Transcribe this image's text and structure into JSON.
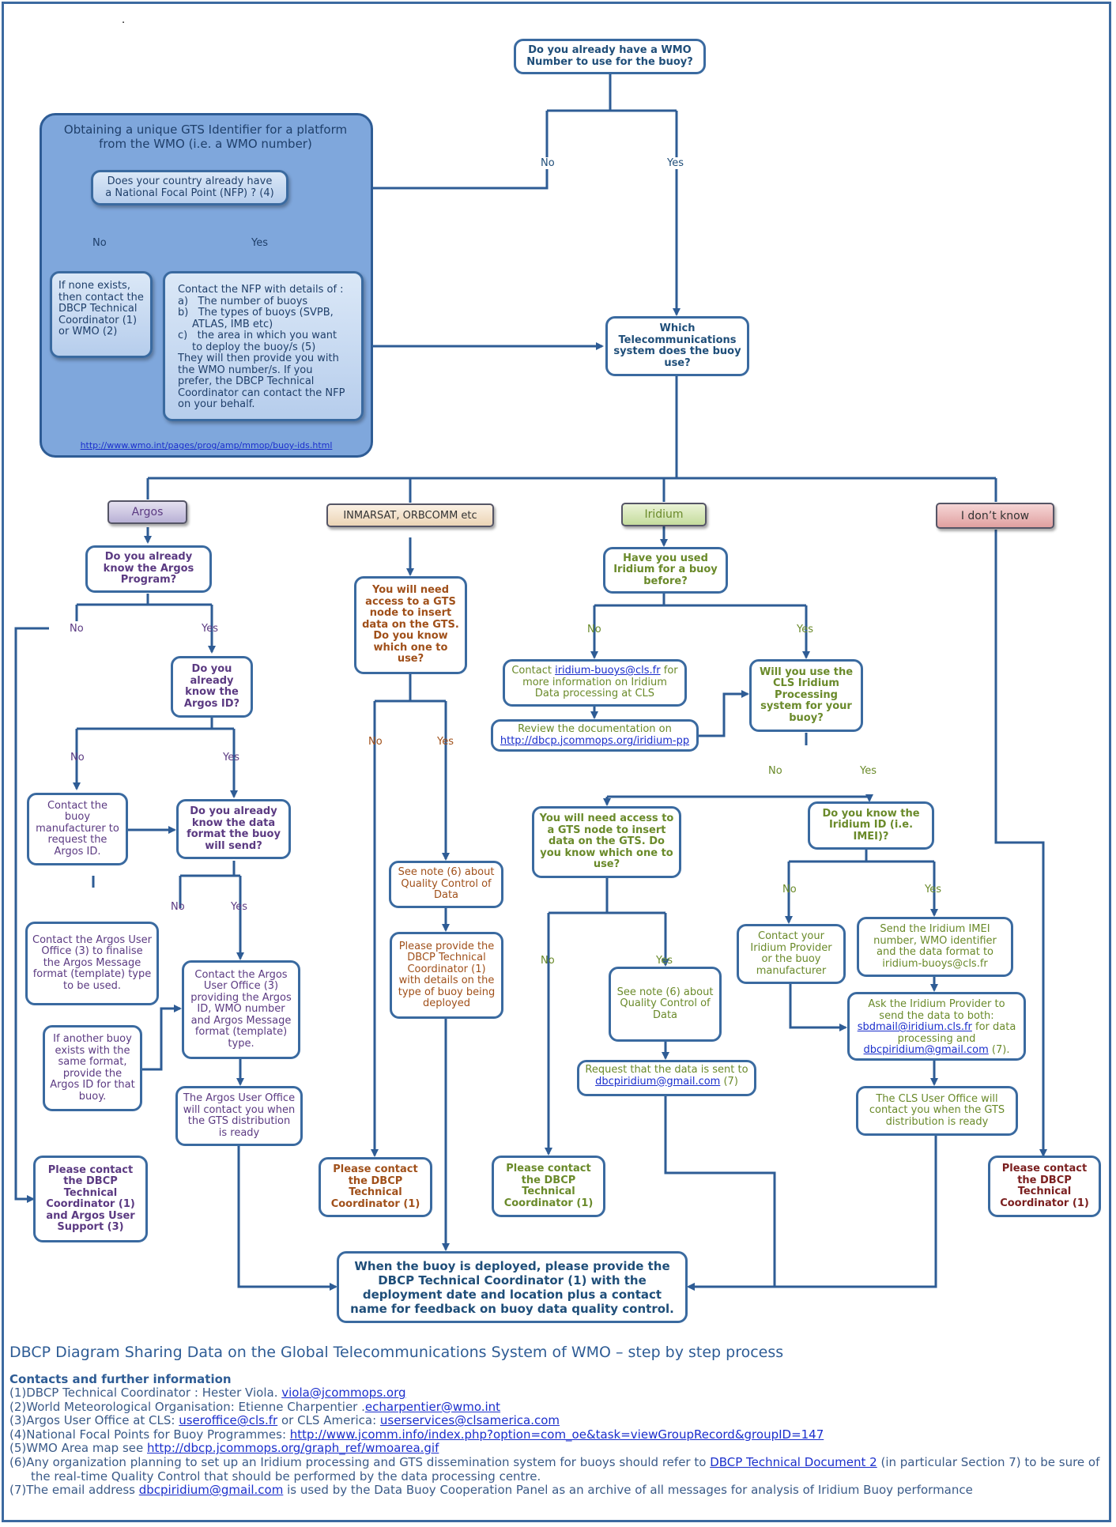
{
  "colors": {
    "line": "#2e5c95",
    "navy": "#1f4e79",
    "purple": "#5b3a82",
    "orange": "#a0501a",
    "green": "#6a8a2a",
    "maroon": "#7b2020",
    "panel": "#7fa7dc",
    "link": "#1a2ecc"
  },
  "top": {
    "dot": ".",
    "q_wmo": "Do you already have a WMO Number to use for the buoy?",
    "no": "No",
    "yes": "Yes"
  },
  "panel": {
    "title": "Obtaining a unique GTS Identifier for a platform from the WMO (i.e. a WMO number)",
    "q_nfp": "Does your country already have a National Focal Point (NFP) ? (4)",
    "no": "No",
    "yes": "Yes",
    "none_exists": "If none exists, then contact the DBCP Technical Coordinator (1) or WMO (2)",
    "contact_intro": "Contact the NFP with details of :",
    "items": [
      "a)   The number of buoys",
      "b)   The types of buoys (SVPB, ATLAS, IMB etc)",
      "c)   the area in which you want to deploy the buoy/s  (5)"
    ],
    "contact_outro": "They will then provide you with the WMO number/s. If you prefer, the DBCP Technical Coordinator can contact the NFP on your behalf.",
    "url": "http://www.wmo.int/pages/prog/amp/mmop/buoy-ids.html"
  },
  "telecom": {
    "q": "Which Telecommunications system does the buoy use?"
  },
  "tabs": {
    "argos": "Argos",
    "inmarsat": "INMARSAT, ORBCOMM  etc",
    "iridium": "Iridium",
    "dontknow": "I don’t know"
  },
  "argos": {
    "q_program": "Do you already know the Argos Program?",
    "no": "No",
    "yes": "Yes",
    "q_id": "Do you already know the Argos ID?",
    "no2": "No",
    "yes2": "Yes",
    "contact_mfr": "Contact the buoy manufacturer to request the Argos ID.",
    "q_format": "Do you already know the data format the buoy will send?",
    "no3": "No",
    "yes3": "Yes",
    "finalise": "Contact the Argos User Office (3) to finalise the Argos Message format (template) type to be used.",
    "another": "If another buoy exists with the same format, provide the Argos ID for that buoy.",
    "contact_office": "Contact the Argos User Office (3) providing the Argos ID, WMO number and Argos Message format (template) type.",
    "will_contact": "The Argos User Office will contact you when the GTS distribution is ready",
    "please_contact": "Please  contact the DBCP Technical Coordinator (1) and Argos User Support (3)"
  },
  "inmarsat": {
    "q_gts": "You will need access to a GTS node to insert data on the GTS. Do you know which one to use?",
    "no": "No",
    "yes": "Yes",
    "see_note": "See note (6) about Quality Control of Data",
    "provide": "Please provide the DBCP Technical Coordinator (1) with details on the type of buoy being deployed",
    "please_contact": "Please contact the DBCP Technical Coordinator (1)"
  },
  "iridium": {
    "q_used": "Have you used Iridium for a buoy before?",
    "no": "No",
    "yes": "Yes",
    "contact_pre": "Contact ",
    "contact_email": "iridium-buoys@cls.fr",
    "contact_post": " for more information on Iridium Data processing at CLS",
    "review": "Review the documentation on",
    "review_url": "http://dbcp.jcommops.org/iridium-pp",
    "q_cls": "Will you use the CLS Iridium Processing system for your buoy?",
    "no2": "No",
    "yes2": "Yes",
    "q_gts": "You will need access to a GTS node to insert data on the GTS. Do you know which one to use?",
    "no3": "No",
    "yes3": "Yes",
    "see_note": "See note (6) about Quality Control of Data",
    "request": "Request that the data is sent to",
    "request_email": "dbcpiridium@gmail.com",
    "request_note": " (7)",
    "please_contact": "Please contact the DBCP Technical Coordinator (1)",
    "q_imei": "Do you know the Iridium ID (i.e. IMEI)?",
    "no4": "No",
    "yes4": "Yes",
    "contact_provider": "Contact  your Iridium Provider or the buoy manufacturer",
    "send_imei": "Send the Iridium IMEI number,  WMO identifier and the data format  to iridium-buoys@cls.fr",
    "ask_pre": "Ask the Iridium Provider to send the data to both:",
    "ask_email1": "sbdmail@iridium.cls.fr",
    "ask_mid": " for data processing and",
    "ask_email2": "dbcpiridium@gmail.com",
    "ask_post": " (7).",
    "cls_office": "The CLS User Office will contact you when the GTS distribution is ready"
  },
  "dontknow": {
    "please_contact": "Please contact the DBCP Technical Coordinator (1)"
  },
  "final": {
    "text": "When the buoy is deployed, please provide the DBCP Technical Coordinator (1) with the deployment date and location plus a contact name for  feedback on buoy data quality control."
  },
  "footer": {
    "title": "DBCP Diagram Sharing Data on the Global Telecommunications System of WMO – step by step process",
    "contacts_head": "Contacts and further information",
    "n1": "(1)DBCP Technical Coordinator : Hester Viola. ",
    "n1_email": "viola@jcommops.org",
    "n2": "(2)World Meteorological Organisation: Etienne Charpentier .",
    "n2_email": "echarpentier@wmo.int",
    "n3": "(3)Argos User Office at CLS:  ",
    "n3_email": "useroffice@cls.fr",
    "n3_mid": " or CLS America:  ",
    "n3_email2": "userservices@clsamerica.com",
    "n4": "(4)National Focal Points for Buoy Programmes: ",
    "n4_url": "http://www.jcomm.info/index.php?option=com_oe&task=viewGroupRecord&groupID=147",
    "n5": "(5)WMO Area map  see ",
    "n5_url": "http://dbcp.jcommops.org/graph_ref/wmoarea.gif",
    "n6": "(6)Any organization planning to set up an Iridium processing and GTS dissemination system for buoys should refer to ",
    "n6_link": "DBCP Technical Document 2",
    "n6_post": " (in particular Section 7) to be sure of",
    "n6_line2": "the real-time Quality Control  that should be performed by the data processing centre.",
    "n7": "(7)The email address ",
    "n7_email": "dbcpiridium@gmail.com",
    "n7_post": " is used by the Data Buoy Cooperation Panel as an archive of all messages for analysis of Iridium Buoy performance"
  }
}
